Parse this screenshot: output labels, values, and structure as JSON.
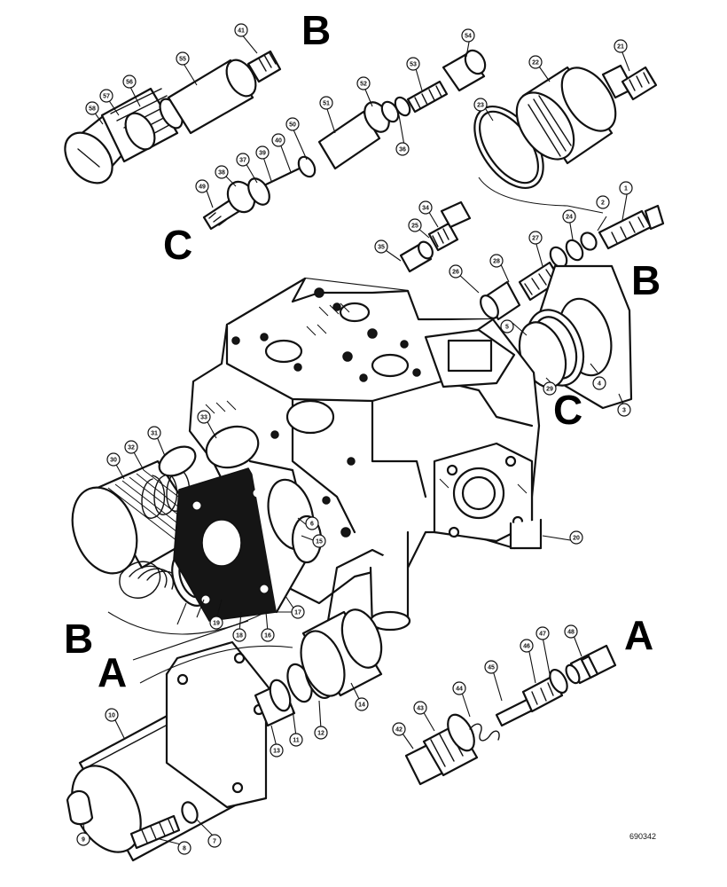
{
  "diagram": {
    "section_letters": {
      "b_top": "B",
      "c_left": "C",
      "b_right": "B",
      "c_right": "C",
      "b_left": "B",
      "a_left": "A",
      "a_right": "A"
    },
    "callouts": {
      "c1": "1",
      "c2": "2",
      "c3": "3",
      "c4": "4",
      "c5": "5",
      "c6": "6",
      "c7": "7",
      "c8": "8",
      "c9": "9",
      "c10": "10",
      "c11": "11",
      "c12": "12",
      "c13": "13",
      "c14": "14",
      "c15": "15",
      "c16": "16",
      "c17": "17",
      "c18": "18",
      "c19": "19",
      "c20": "20",
      "c21": "21",
      "c22": "22",
      "c23": "23",
      "c24": "24",
      "c25": "25",
      "c26": "26",
      "c27": "27",
      "c28": "28",
      "c29": "29",
      "c30": "30",
      "c31": "31",
      "c32": "32",
      "c33": "33",
      "c34": "34",
      "c35": "35",
      "c36": "36",
      "c37": "37",
      "c38": "38",
      "c39": "39",
      "c40": "40",
      "c41": "41",
      "c42": "42",
      "c43": "43",
      "c44": "44",
      "c45": "45",
      "c46": "46",
      "c47": "47",
      "c48": "48",
      "c49": "49",
      "c50": "50",
      "c51": "51",
      "c52": "52",
      "c53": "53",
      "c54": "54",
      "c55": "55",
      "c56": "56",
      "c57": "57",
      "c58": "58"
    },
    "drawing_number": "690342"
  }
}
